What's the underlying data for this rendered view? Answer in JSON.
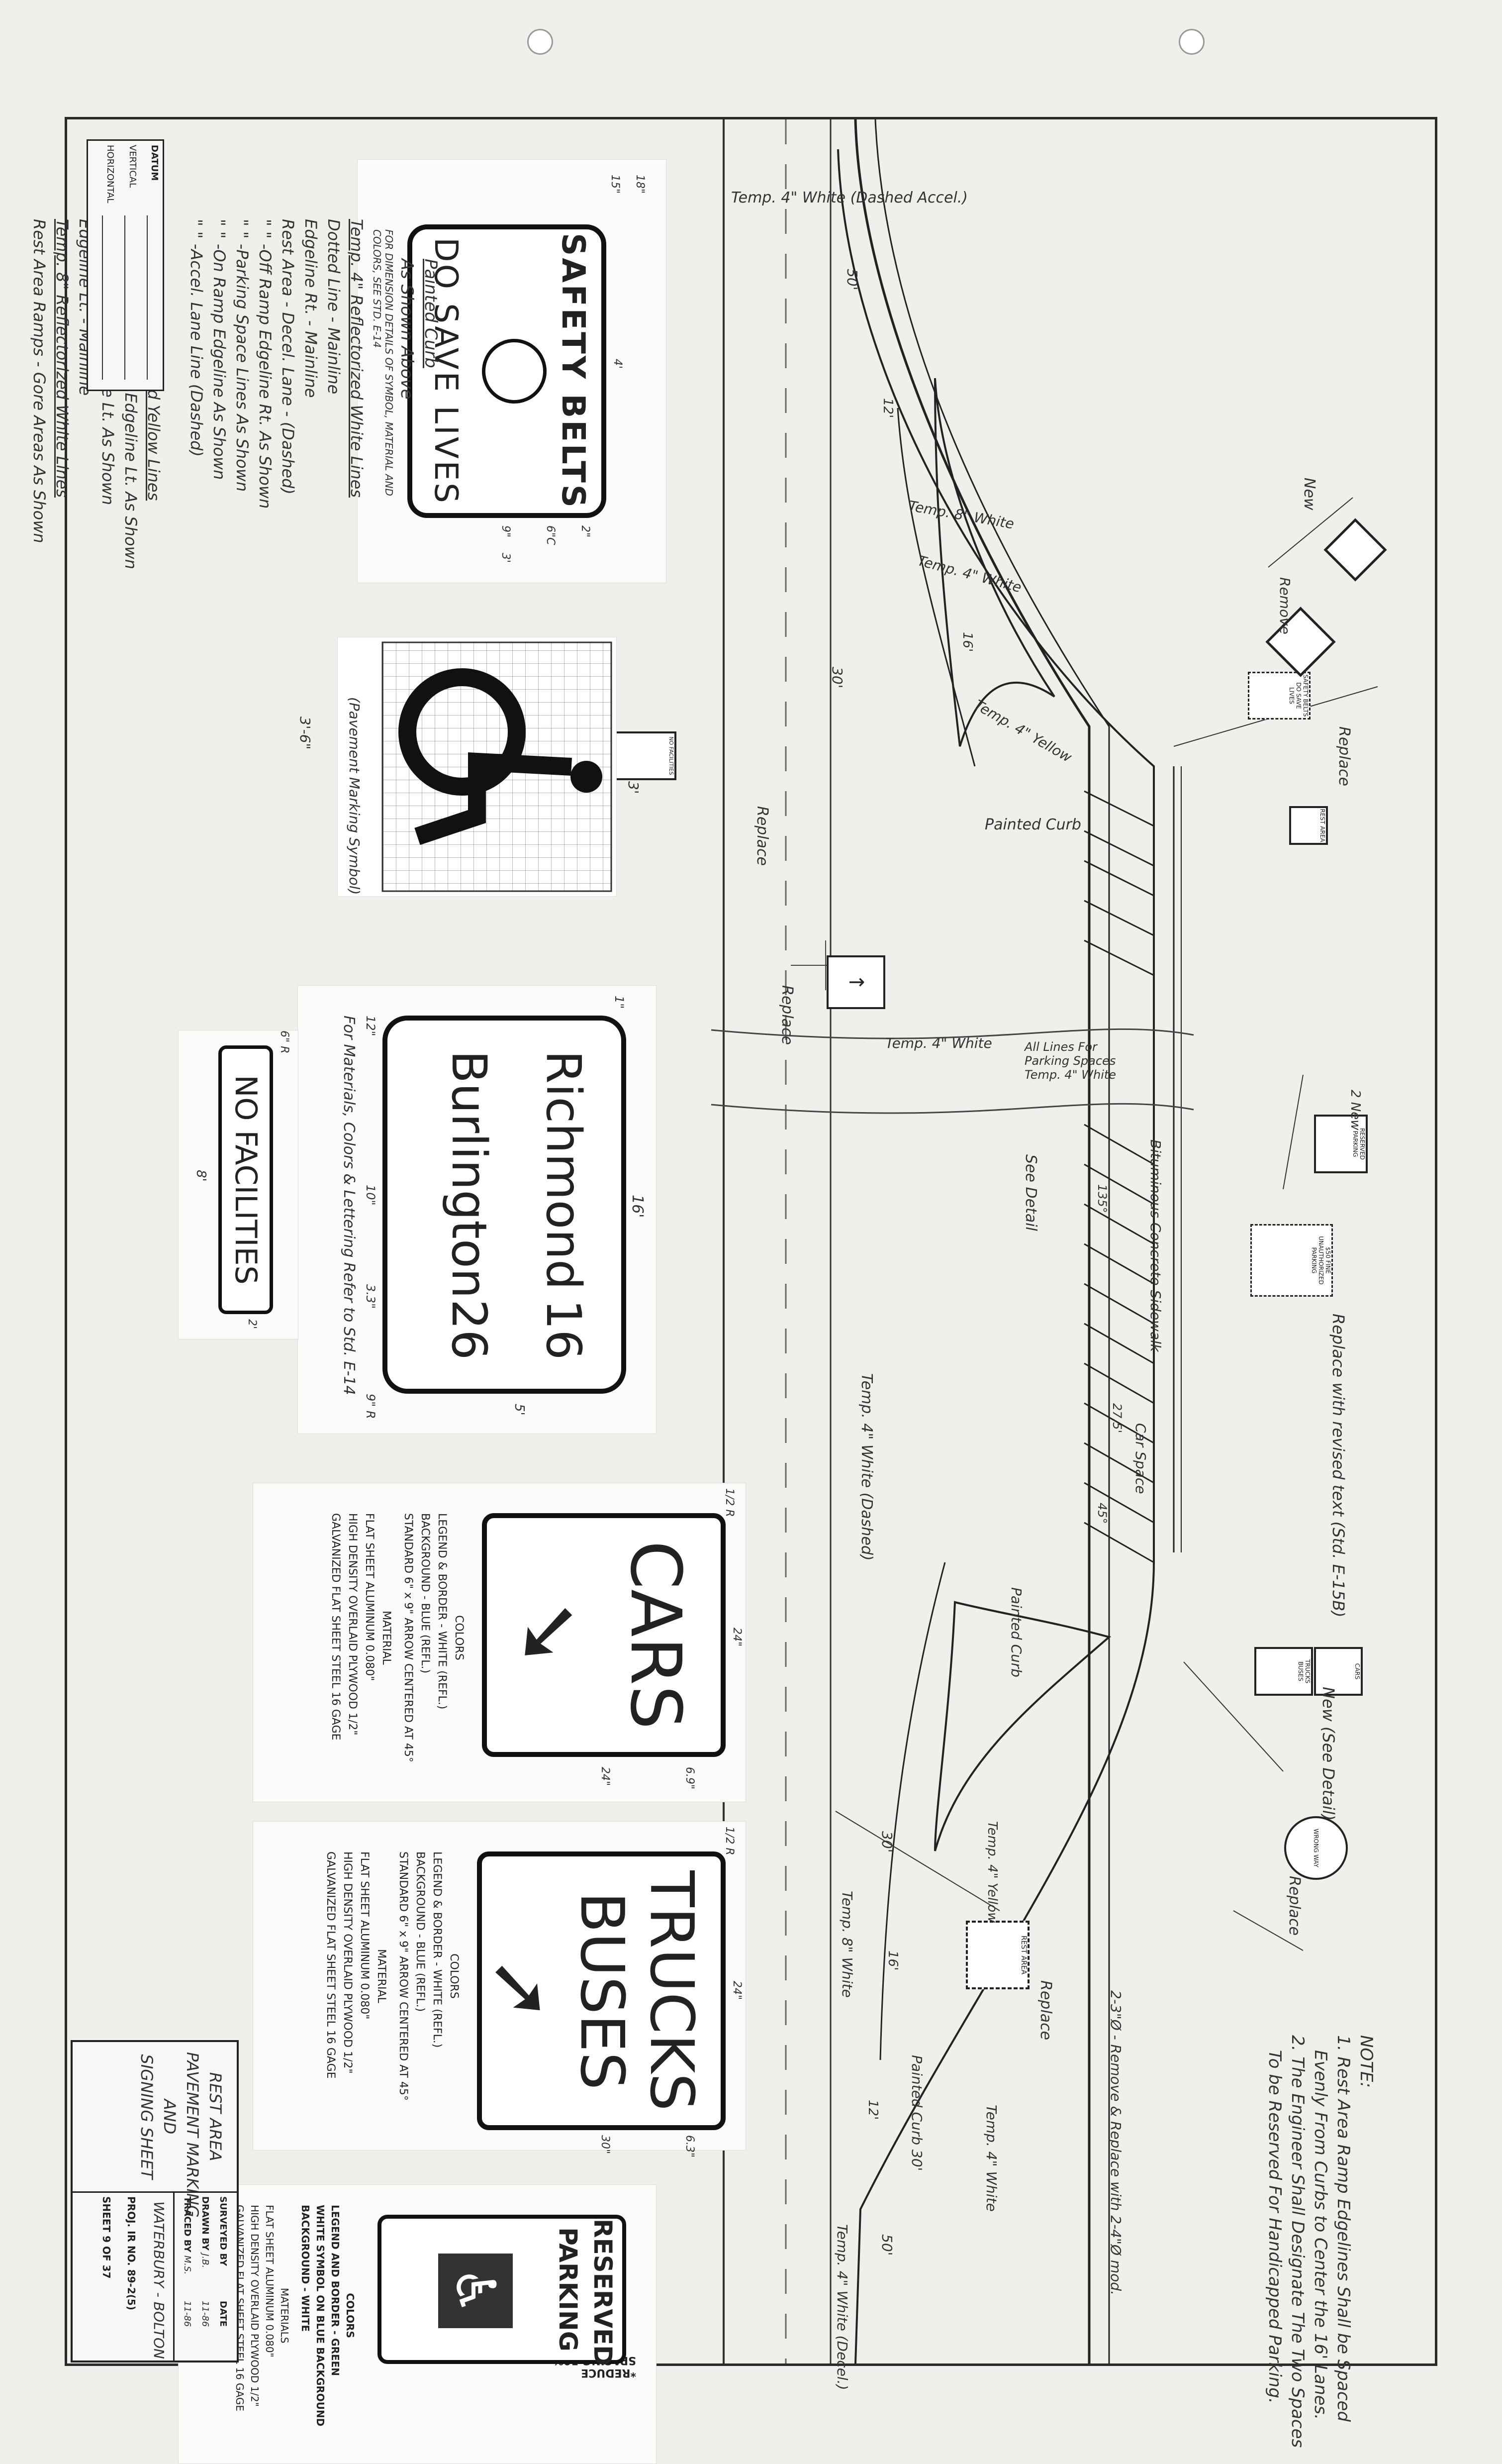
{
  "notes": {
    "title": "NOTE:",
    "lines": [
      "1. Rest Area Ramp Edgelines Shall be Spaced",
      "Evenly From Curbs to Center the 16' Lanes.",
      "2. The Engineer Shall Designate The Two Spaces",
      "To be Reserved For Handicapped Parking."
    ]
  },
  "datum": {
    "title": "DATUM",
    "vertical": "VERTICAL",
    "horizontal": "HORIZONTAL"
  },
  "legend": {
    "white_title": "Temp. 4\" Reflectorized White Lines",
    "white_items": [
      "Dotted Line - Mainline",
      "Edgeline Rt. - Mainline",
      "Rest Area - Decel. Lane - (Dashed)",
      "\"  \" -Off Ramp Edgeline Rt. As Shown",
      "\"  \" -Parking Space Lines As Shown",
      "\"  \" -On Ramp Edgeline As Shown",
      "\"  \" -Accel. Lane Line (Dashed)"
    ],
    "yellow_title": "Temp. 4\" Reflectorized Yellow Lines",
    "yellow_items": [
      "Rest Area - Off Ramp Edgeline Lt. As Shown",
      "\"  \" -On Ramp Edgeline Lt. As Shown",
      "Edgeline Lt. - Mainline"
    ],
    "white8_title": "Temp. 8\" Reflectorized White Lines",
    "white8_items": [
      "Rest Area Ramps - Gore Areas As Shown"
    ],
    "curb_title": "Painted Curb",
    "curb_items": [
      "As Shown Above"
    ]
  },
  "plan_labels": {
    "temp4_dashed_accel": "Temp. 4\" White (Dashed Accel.)",
    "temp8_white_1": "Temp. 8\" White",
    "temp4_white_1": "Temp. 4\" White",
    "temp4_yellow_1": "Temp. 4\" Yellow",
    "painted_curb_1": "Painted Curb",
    "temp4_white_mid": "Temp. 4\" White",
    "all_lines": "All Lines For Parking Spaces Temp. 4\" White",
    "see_detail": "See Detail",
    "bituminous": "Bituminous Concrete Sidewalk",
    "car_space": "Car Space",
    "temp4_white_dashed": "Temp. 4\" White (Dashed)",
    "painted_curb_2": "Painted Curb",
    "temp4_yellow_2": "Temp. 4\" Yellow",
    "temp8_white_2": "Temp. 8\" White",
    "painted_curb_3": "Painted Curb 30'",
    "temp4_white_2": "Temp. 4\" White",
    "temp4_white_decel": "Temp. 4\" White (Decel.)",
    "replace_1": "Replace",
    "replace_2": "Replace",
    "replace_3": "Replace",
    "replace_4": "Replace",
    "replace_5": "Replace",
    "new_1": "New",
    "new_2": "2 New",
    "remove": "Remove",
    "replace_revised": "Replace with revised text (Std. E-15B)",
    "new_see_detail": "New (See Detail)",
    "remove_replace": "2-3\"Ø - Remove & Replace with 2-4\"Ø mod.",
    "dim_30": "30'",
    "dim_50": "50'",
    "dim_12": "12'",
    "dim_16": "16'",
    "dim_135": "135°",
    "dim_45": "45°",
    "dim_275": "27.5'"
  },
  "signs": {
    "safety": {
      "line1": "SAFETY BELTS",
      "line2": "DO SAVE LIVES",
      "note": "FOR DIMENSION DETAILS OF SYMBOL, MATERIAL AND COLORS, SEE STD. E-14",
      "dims": [
        "18\"",
        "15\"",
        "4'",
        "2\"",
        "6\"C",
        "9\"",
        "3'"
      ]
    },
    "handicap_symbol": {
      "caption": "(Pavement Marking Symbol)",
      "dim_w": "3'-6\"",
      "dim_h": "3'"
    },
    "destination": {
      "row1_name": "Richmond",
      "row1_num": "16",
      "row2_name": "Burlington",
      "row2_num": "26",
      "note": "For Materials, Colors & Lettering Refer to Std. E-14",
      "dims": [
        "16'",
        "5'",
        "9\" R",
        "12\"",
        "10\"",
        "3.3\"",
        "1\""
      ]
    },
    "no_facilities": {
      "text": "NO FACILITIES",
      "dims": [
        "8'",
        "6\" R",
        "2'"
      ]
    },
    "cars": {
      "text": "CARS",
      "colors_title": "COLORS",
      "colors": [
        "LEGEND & BORDER - WHITE (REFL.)",
        "BACKGROUND - BLUE (REFL.)",
        "STANDARD 6\" x 9\" ARROW CENTERED AT 45°"
      ],
      "material_title": "MATERIAL",
      "materials": [
        "FLAT SHEET ALUMINUM 0.080\"",
        "HIGH DENSITY OVERLAID PLYWOOD 1/2\"",
        "GALVANIZED FLAT SHEET STEEL 16 GAGE"
      ],
      "dims": [
        "24\"",
        "24\"",
        "6.9\"",
        "1/2 R"
      ]
    },
    "trucks": {
      "line1": "TRUCKS",
      "line2": "BUSES",
      "colors_title": "COLORS",
      "colors": [
        "LEGEND & BORDER - WHITE (REFL.)",
        "BACKGROUND - BLUE (REFL.)",
        "STANDARD 6\" x 9\" ARROW CENTERED AT 45°"
      ],
      "material_title": "MATERIAL",
      "materials": [
        "FLAT SHEET ALUMINUM 0.080\"",
        "HIGH DENSITY OVERLAID PLYWOOD 1/2\"",
        "GALVANIZED FLAT SHEET STEEL 16 GAGE"
      ],
      "dims": [
        "24\"",
        "30\"",
        "6.3\"",
        "1/2 R"
      ]
    },
    "reserved": {
      "line1": "RESERVED",
      "line2": "PARKING",
      "spacing": "*REDUCE SPACING 50%",
      "colors_title": "COLORS",
      "colors": [
        "LEGEND AND BORDER - GREEN",
        "WHITE SYMBOL ON BLUE BACKGROUND",
        "BACKGROUND - WHITE"
      ],
      "material_title": "MATERIALS",
      "materials": [
        "FLAT SHEET ALUMINUM 0.080\"",
        "HIGH DENSITY OVERLAID PLYWOOD 1/2\"",
        "GALVANIZED FLAT SHEET STEEL 16 GAGE"
      ]
    },
    "small": {
      "safety": "SAFETY BELTS DO SAVE LIVES",
      "no_fac": "NO FACILITIES",
      "rest_area": "REST AREA",
      "cars": "CARS",
      "trucks": "TRUCKS BUSES",
      "reserved": "RESERVED PARKING",
      "fine": "$50 FINE UNAUTHORIZED PARKING",
      "do_not_enter": "WRONG WAY"
    }
  },
  "title_block": {
    "title_lines": [
      "REST AREA",
      "PAVEMENT MARKING",
      "AND",
      "SIGNING SHEET"
    ],
    "surveyed_by": "SURVEYED BY",
    "drawn_by": "DRAWN BY",
    "drawn_val": "J.B.",
    "traced_by": "TRACED BY",
    "traced_val": "M.S.",
    "date": "DATE",
    "date1": "11-86",
    "date2": "11-86",
    "project_name": "WATERBURY - BOLTON",
    "proj_no": "PROJ. IR  NO. 89-2(5)",
    "sheet": "SHEET 9 OF 37"
  }
}
